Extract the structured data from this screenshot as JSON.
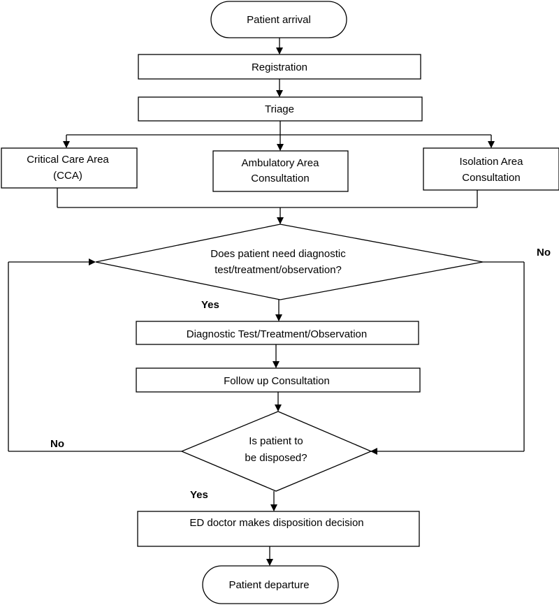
{
  "nodes": {
    "arrival": "Patient arrival",
    "registration": "Registration",
    "triage": "Triage",
    "cca_line1": "Critical Care Area",
    "cca_line2": "(CCA)",
    "ambulatory_line1": "Ambulatory Area",
    "ambulatory_line2": "Consultation",
    "isolation_line1": "Isolation Area",
    "isolation_line2": "Consultation",
    "diag_question_line1": "Does patient need diagnostic",
    "diag_question_line2": "test/treatment/observation?",
    "diagnostic": "Diagnostic Test/Treatment/Observation",
    "followup": "Follow up Consultation",
    "dispose_question_line1": "Is patient to",
    "dispose_question_line2": "be disposed?",
    "disposition": "ED doctor makes disposition decision",
    "departure": "Patient departure"
  },
  "labels": {
    "yes1": "Yes",
    "no1": "No",
    "yes2": "Yes",
    "no2": "No"
  }
}
